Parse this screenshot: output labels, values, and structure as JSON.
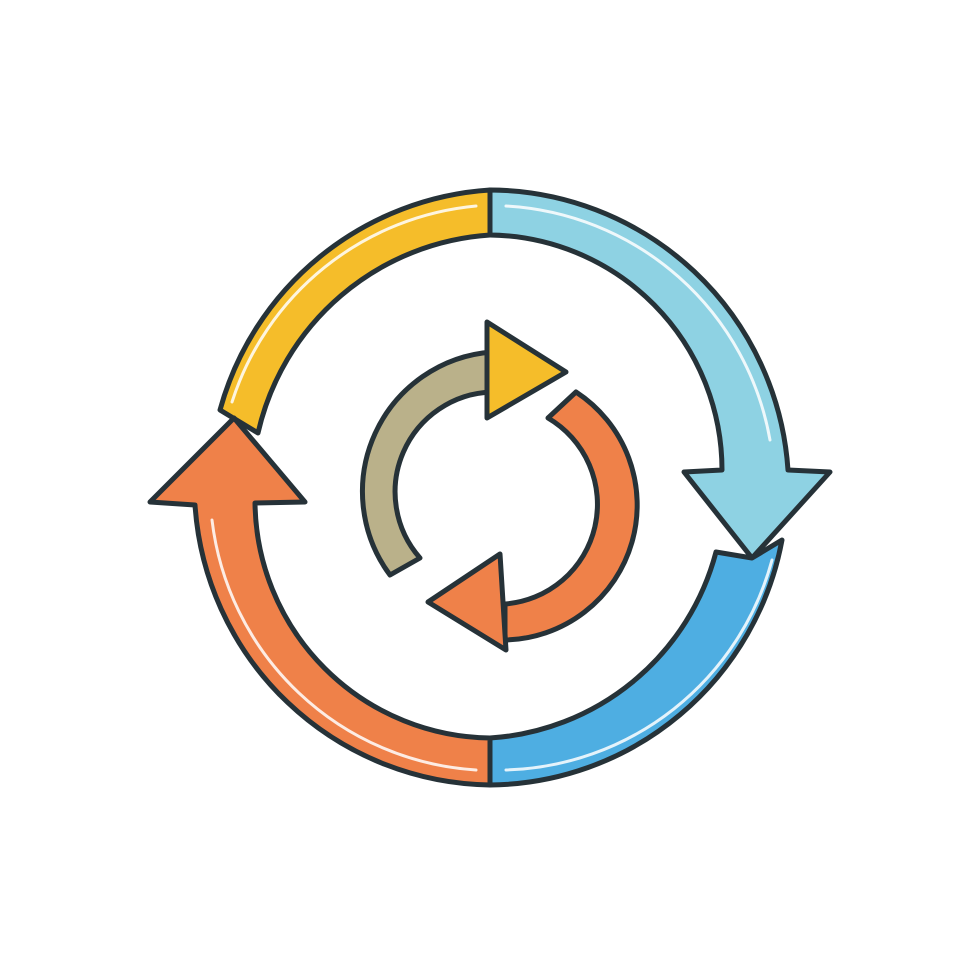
{
  "icon": {
    "name": "cycle-refresh-icon",
    "colors": {
      "outline": "#263238",
      "highlight": "#ffffff",
      "yellow": "#f5bd2a",
      "light_blue": "#8ed2e3",
      "blue": "#4eaee2",
      "orange": "#ef8149",
      "khaki": "#bab18a"
    },
    "outer_ring": {
      "segments": [
        "yellow",
        "light_blue",
        "blue",
        "orange"
      ],
      "arrows": [
        "light-blue-down-arrow",
        "orange-up-arrow"
      ]
    },
    "inner_cycle": {
      "arrows": [
        "khaki-yellow-right-arrow",
        "orange-left-arrow"
      ]
    }
  }
}
